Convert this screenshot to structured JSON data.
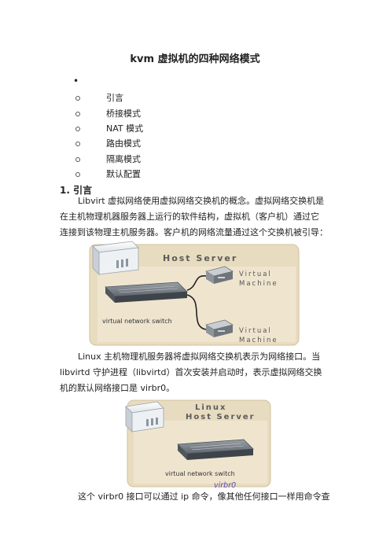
{
  "title": "kvm 虚拟机的四种网络模式",
  "toc": {
    "bullet": "•",
    "items": [
      {
        "label": "引言"
      },
      {
        "label": "桥接模式"
      },
      {
        "label": "NAT 模式"
      },
      {
        "label": "路由模式"
      },
      {
        "label": "隔离模式"
      },
      {
        "label": "默认配置"
      }
    ]
  },
  "section1": {
    "heading": "1. 引言",
    "para1_lines": [
      "Libvirt 虚拟网络使用虚拟网络交换机的概念。虚拟网络交换机是",
      "在主机物理机器服务器上运行的软件结构，虚拟机（客户机）通过它",
      "连接到该物理主机服务器。客户机的网络流量通过这个交换机被引导："
    ],
    "para2_lines": [
      "Linux 主机物理机服务器将虚拟网络交换机表示为网络接口。当",
      "libvirtd 守护进程（libvirtd）首次安装并启动时，表示虚拟网络交换",
      "机的默认网络接口是 virbr0。"
    ],
    "para3_lines": [
      "这个 virbr0 接口可以通过 ip 命令，像其他任何接口一样用命令查"
    ]
  },
  "figure1": {
    "host_label": "Host Server",
    "vm1_line1": "Virtual",
    "vm1_line2": "Machine",
    "vm2_line1": "Virtual",
    "vm2_line2": "Machine",
    "switch_label": "virtual network switch"
  },
  "figure2": {
    "host_line1": "Linux",
    "host_line2": "Host Server",
    "switch_label": "virtual network switch",
    "iface_label": "virbr0"
  },
  "colors": {
    "panel": "#e8dcc0",
    "panel_border": "#d2c29e",
    "iface_text": "#5a4bb0"
  }
}
